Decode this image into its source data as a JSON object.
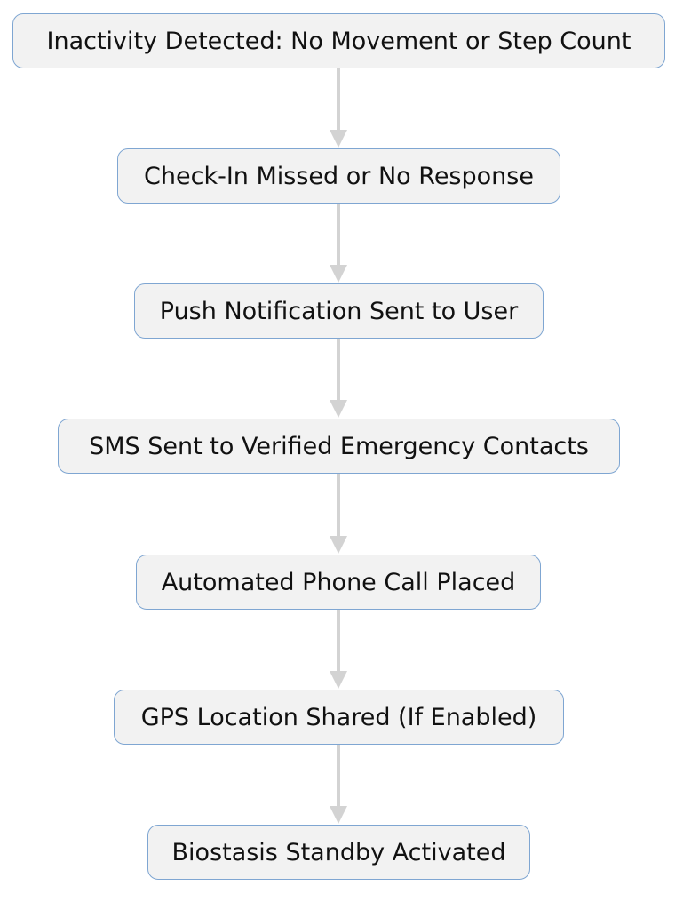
{
  "diagram": {
    "type": "flowchart",
    "direction": "top-to-bottom",
    "colors": {
      "node_fill": "#f2f2f2",
      "node_border": "#7fa6d2",
      "edge": "#d3d3d3",
      "text": "#111111"
    },
    "nodes": [
      {
        "id": "n1",
        "label": "Inactivity Detected: No Movement or Step Count"
      },
      {
        "id": "n2",
        "label": "Check-In Missed or No Response"
      },
      {
        "id": "n3",
        "label": "Push Notification Sent to User"
      },
      {
        "id": "n4",
        "label": "SMS Sent to Verified Emergency Contacts"
      },
      {
        "id": "n5",
        "label": "Automated Phone Call Placed"
      },
      {
        "id": "n6",
        "label": "GPS Location Shared (If Enabled)"
      },
      {
        "id": "n7",
        "label": "Biostasis Standby Activated"
      }
    ],
    "edges": [
      {
        "from": "n1",
        "to": "n2"
      },
      {
        "from": "n2",
        "to": "n3"
      },
      {
        "from": "n3",
        "to": "n4"
      },
      {
        "from": "n4",
        "to": "n5"
      },
      {
        "from": "n5",
        "to": "n6"
      },
      {
        "from": "n6",
        "to": "n7"
      }
    ]
  }
}
